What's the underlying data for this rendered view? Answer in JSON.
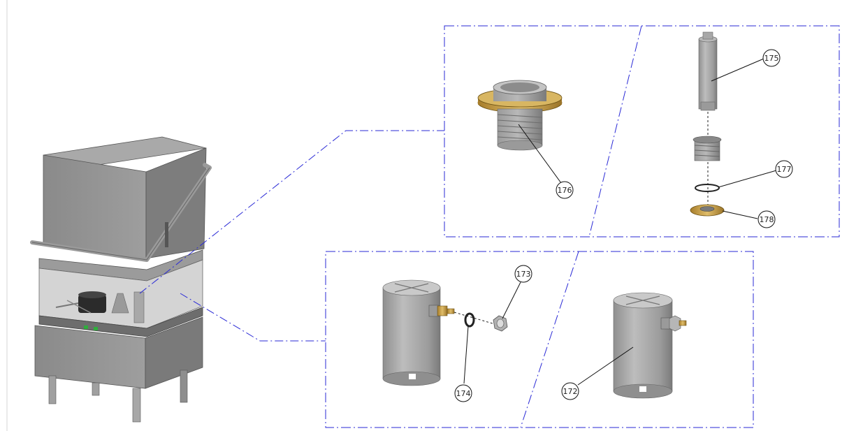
{
  "diagram": {
    "colors": {
      "background": "#ffffff",
      "frame_line": "#2a2ad6",
      "leader_line": "#111111",
      "steel_light": "#b4b4b4",
      "steel_mid": "#8c8c8c",
      "steel_dark": "#5e5e5e",
      "brass": "#c9a04a",
      "green_led": "#2fae3c"
    },
    "icons": [
      "dishwasher-icon",
      "pipe-fitting-icon",
      "overflow-pipe-icon",
      "strainer-icon",
      "o-ring-icon",
      "flange-washer-icon",
      "canister-icon",
      "hose-nozzle-icon",
      "nut-icon",
      "washer-icon"
    ],
    "callouts": {
      "c172": "172",
      "c173": "173",
      "c174": "174",
      "c175": "175",
      "c176": "176",
      "c177": "177",
      "c178": "178"
    }
  }
}
